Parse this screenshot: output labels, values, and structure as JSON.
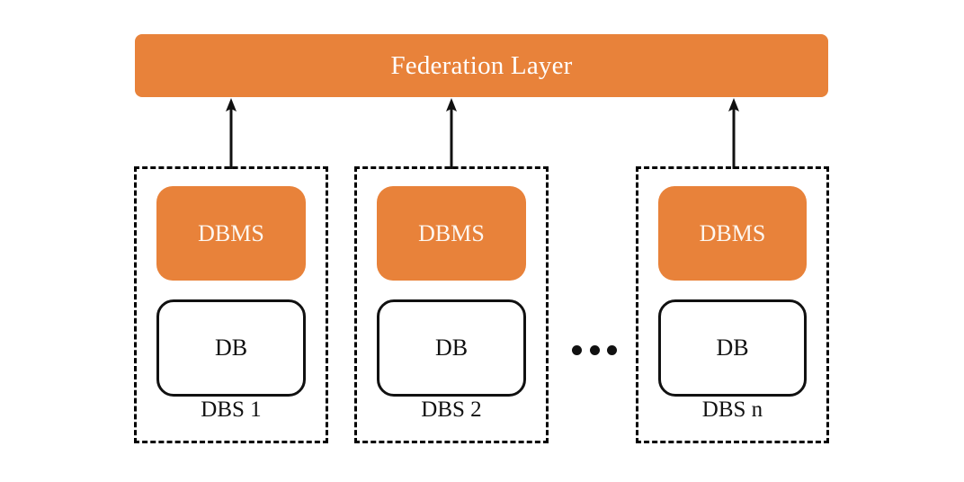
{
  "diagram": {
    "title": "Federation Layer database federation architecture",
    "colors": {
      "accent_orange": "#E8823A",
      "outline_black": "#111111",
      "background": "#FFFFFF",
      "text_on_accent": "#FFFFFF"
    },
    "federation": {
      "label": "Federation Layer"
    },
    "connectors": [
      {
        "name": "arrow-dbs-1-to-federation",
        "direction": "up"
      },
      {
        "name": "arrow-dbs-2-to-federation",
        "direction": "up"
      },
      {
        "name": "arrow-dbs-n-to-federation",
        "direction": "up"
      }
    ],
    "groups": [
      {
        "caption": "DBS 1",
        "dbms_label": "DBMS",
        "db_label": "DB"
      },
      {
        "caption": "DBS 2",
        "dbms_label": "DBMS",
        "db_label": "DB"
      },
      {
        "caption": "DBS n",
        "dbms_label": "DBMS",
        "db_label": "DB"
      }
    ],
    "ellipsis": {
      "label": "...",
      "dot_count": 3
    }
  }
}
